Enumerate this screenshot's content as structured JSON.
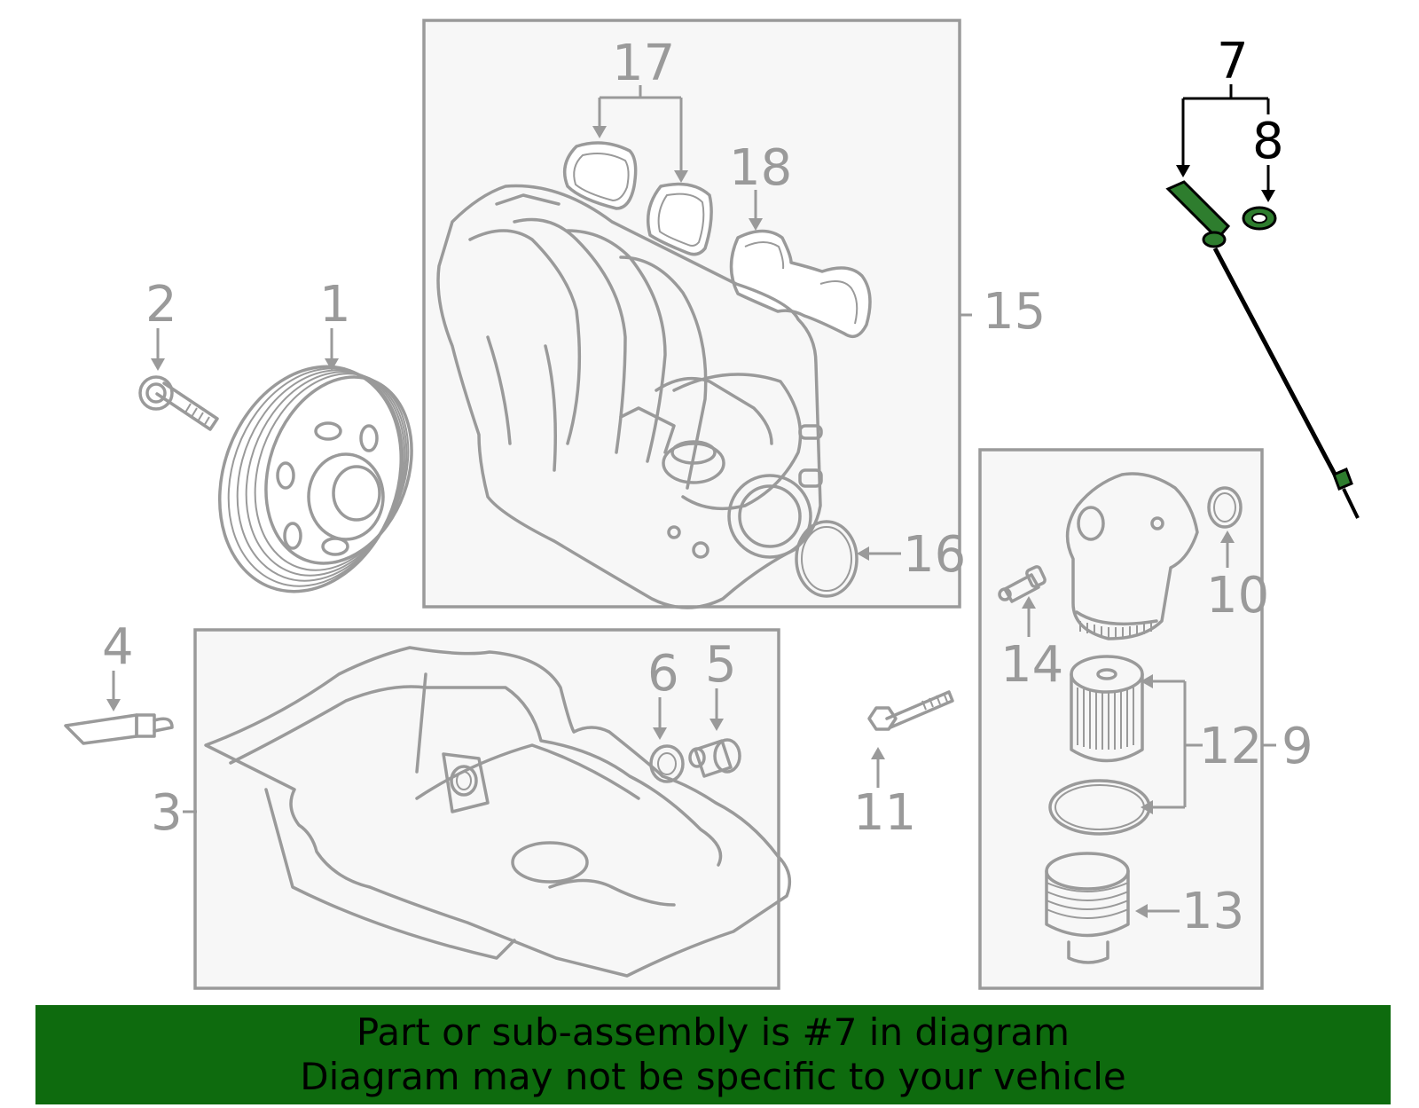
{
  "diagram": {
    "callouts": [
      "1",
      "2",
      "3",
      "4",
      "5",
      "6",
      "7",
      "8",
      "9",
      "10",
      "11",
      "12",
      "13",
      "14",
      "15",
      "16",
      "17",
      "18"
    ],
    "highlighted_part": "7",
    "colors": {
      "line": "#9a9a9a",
      "highlight_line": "#000000",
      "highlight_fill": "#2e7d2e",
      "box_fill": "#f7f7f7",
      "banner": "#0e6b0e"
    }
  },
  "banner": {
    "line1": "Part or sub-assembly is #7 in diagram",
    "line2": "Diagram may not be specific to your vehicle"
  }
}
